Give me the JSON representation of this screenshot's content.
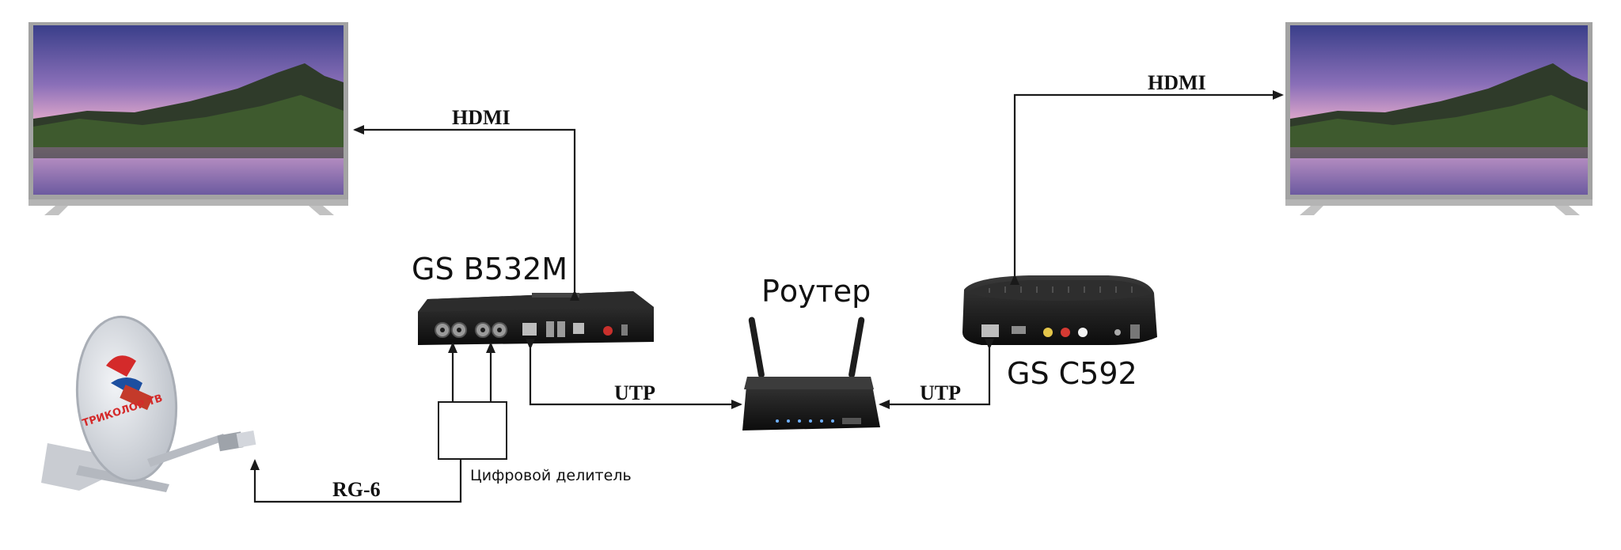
{
  "labels": {
    "hdmi_left": "HDMI",
    "hdmi_right": "HDMI",
    "utp_left": "UTP",
    "utp_right": "UTP",
    "rg6": "RG-6",
    "gs_b532m": "GS B532M",
    "router": "Роутер",
    "gs_c592": "GS C592",
    "splitter": "Цифровой делитель",
    "dish_logo": "ТРИКОЛОР ТВ"
  },
  "colors": {
    "line": "#1a1a1a",
    "device_body": "#141414",
    "tv_bezel": "#9a9a9a",
    "dish": "#dcdfe4",
    "logo_red": "#d42a2a",
    "logo_blue": "#1d4fa0"
  }
}
